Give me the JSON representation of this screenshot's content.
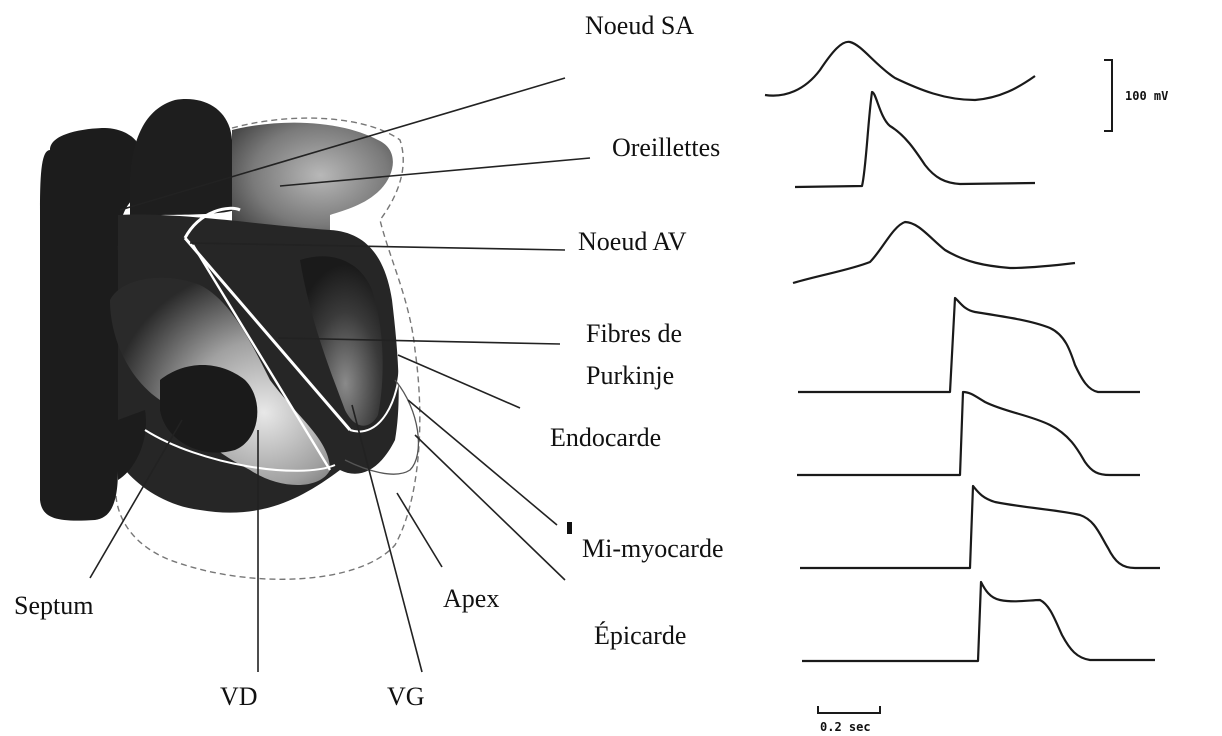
{
  "labels": {
    "noeud_sa": "Noeud SA",
    "oreillettes": "Oreillettes",
    "noeud_av": "Noeud AV",
    "fibres_line1": "Fibres de",
    "fibres_line2": "Purkinje",
    "endocarde": "Endocarde",
    "mi_myocarde": "Mi-myocarde",
    "epicarde": "Épicarde",
    "septum": "Septum",
    "apex": "Apex",
    "vd": "VD",
    "vg": "VG"
  },
  "scale": {
    "voltage": "100 mV",
    "time": "0.2 sec"
  }
}
